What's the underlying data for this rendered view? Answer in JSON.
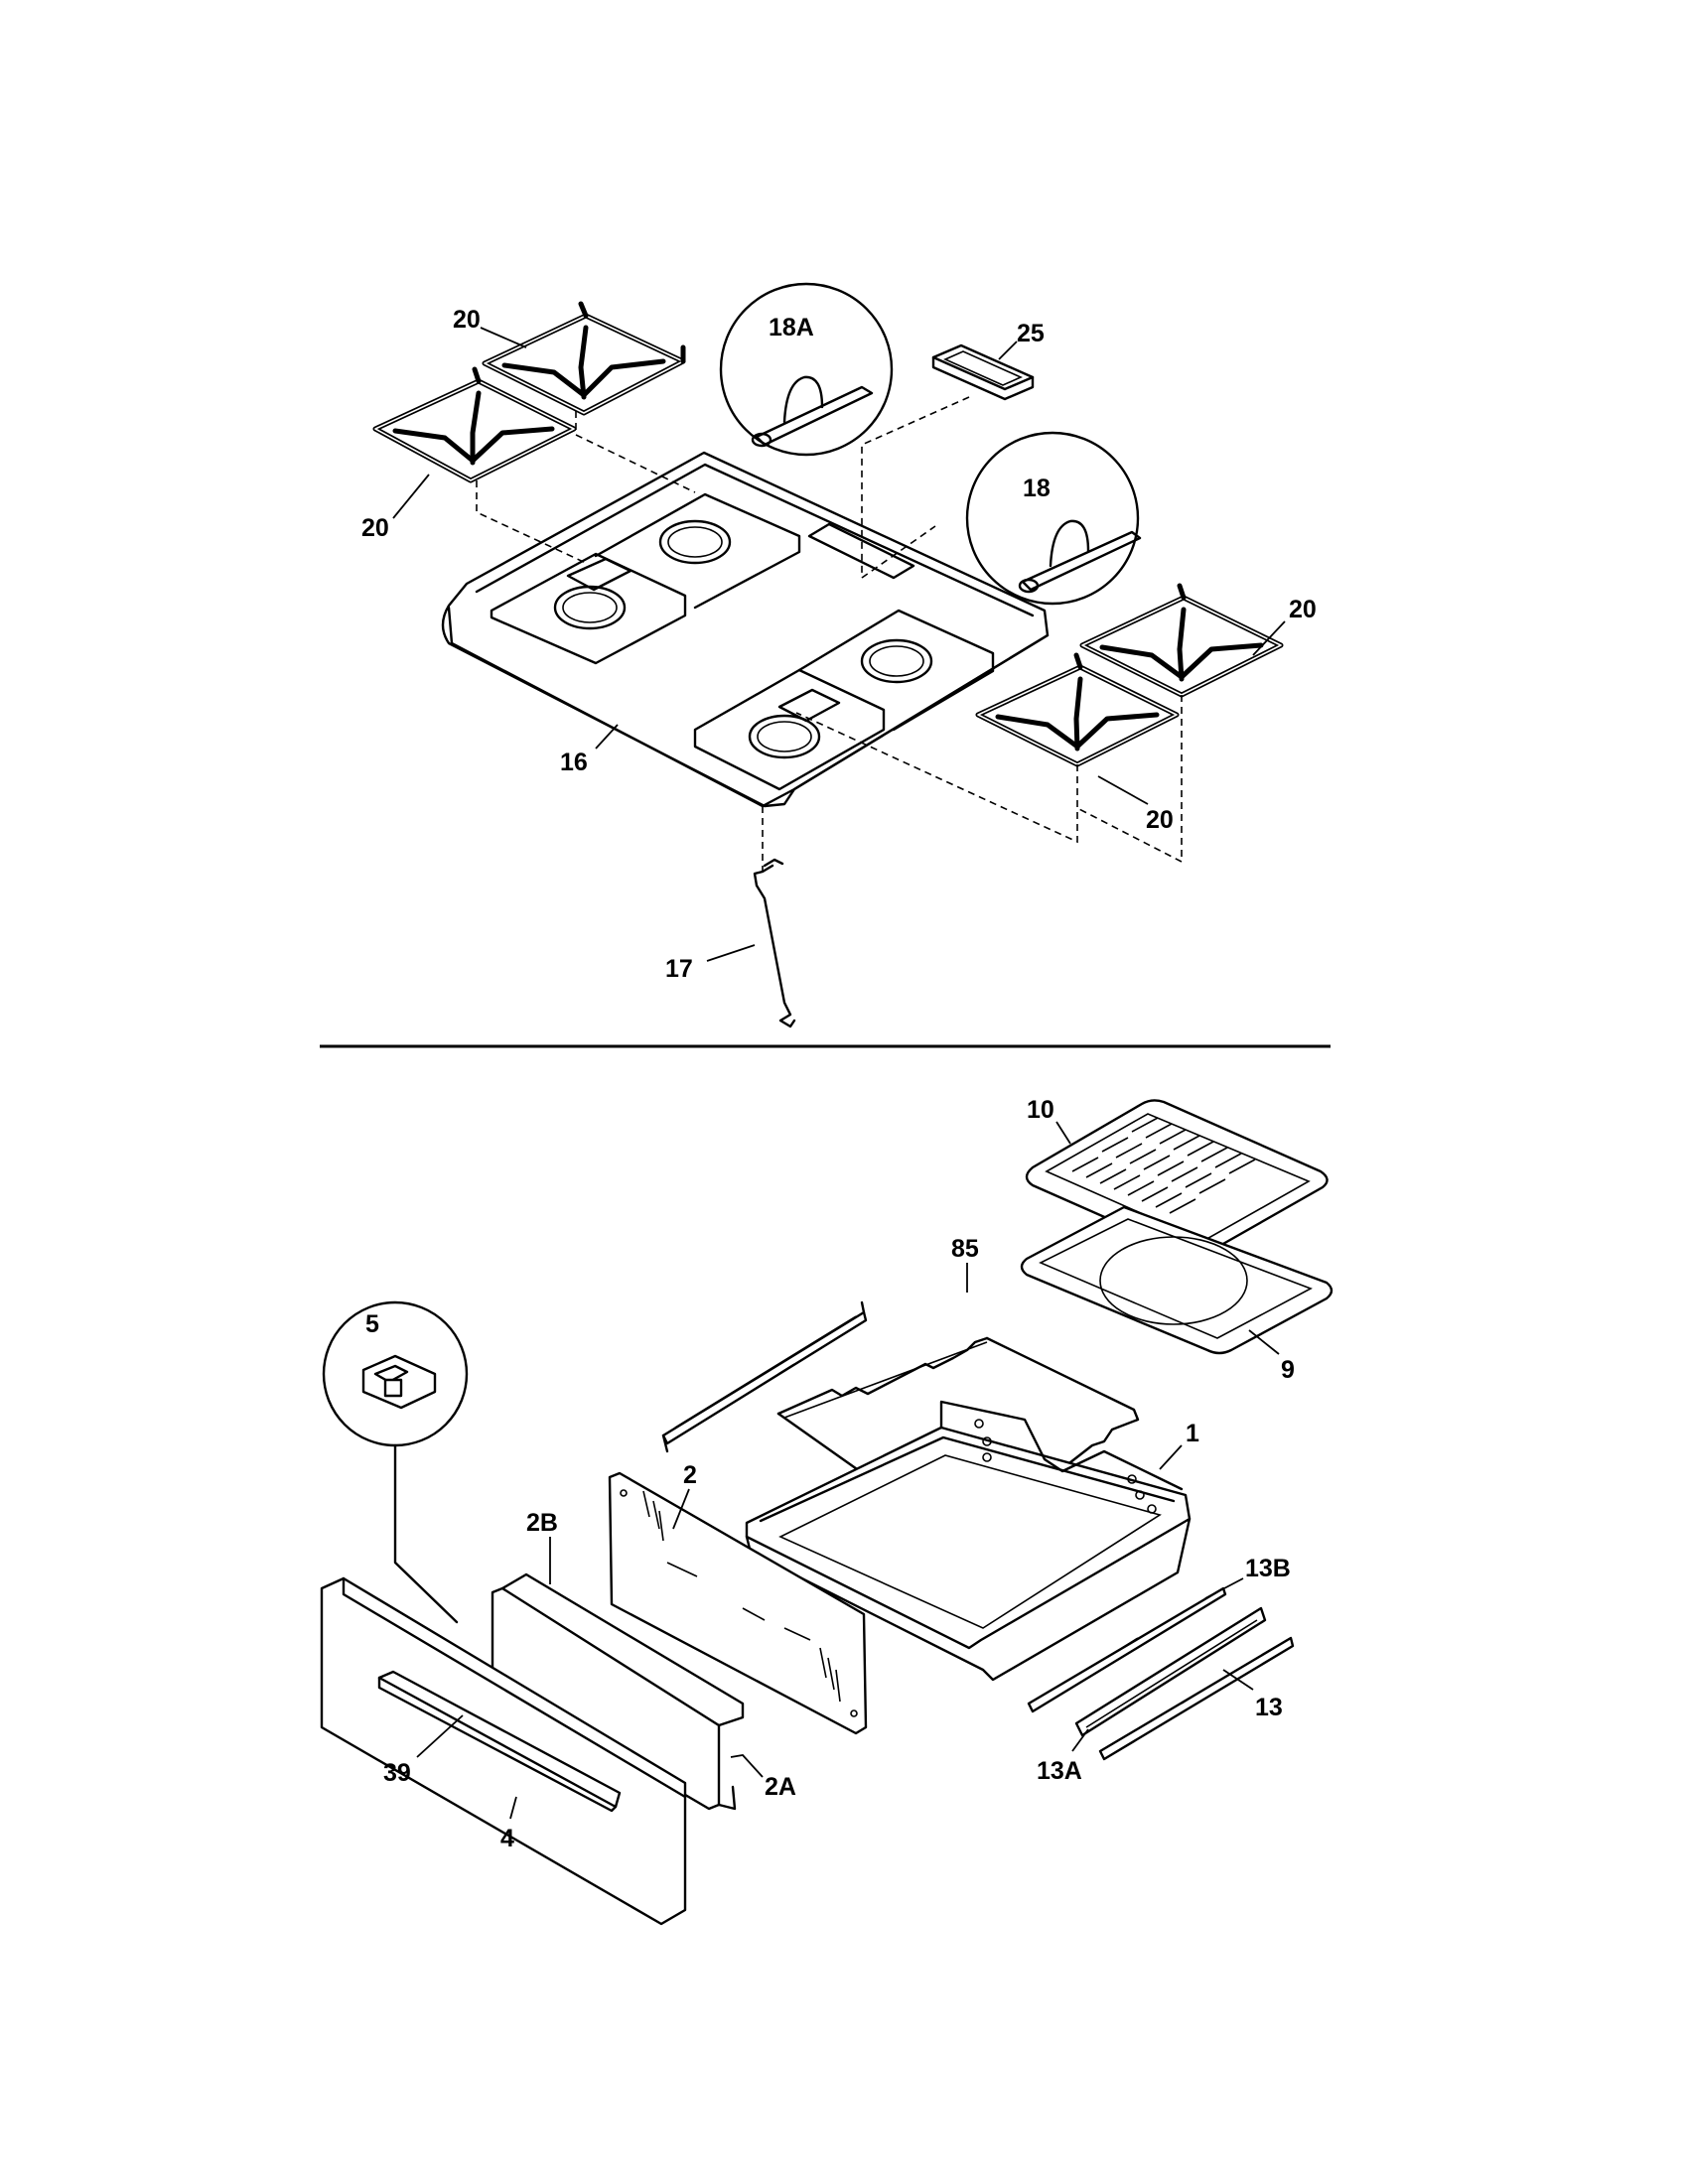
{
  "diagram": {
    "callouts_upper": {
      "grate_a": "20",
      "grate_b": "20",
      "grate_c": "20",
      "grate_d": "20",
      "bracket_18a": "18A",
      "bracket_18": "18",
      "part_25": "25",
      "cooktop_16": "16",
      "rod_17": "17"
    },
    "callouts_lower": {
      "broiler_grid_10": "10",
      "broiler_pan_9": "9",
      "rack_85": "85",
      "drawer_1": "1",
      "back_panel_2": "2",
      "panel_2b": "2B",
      "clip_2a": "2A",
      "knob_5": "5",
      "front_4": "4",
      "handle_39": "39",
      "slide_13b": "13B",
      "slide_13a": "13A",
      "slide_13": "13"
    }
  }
}
